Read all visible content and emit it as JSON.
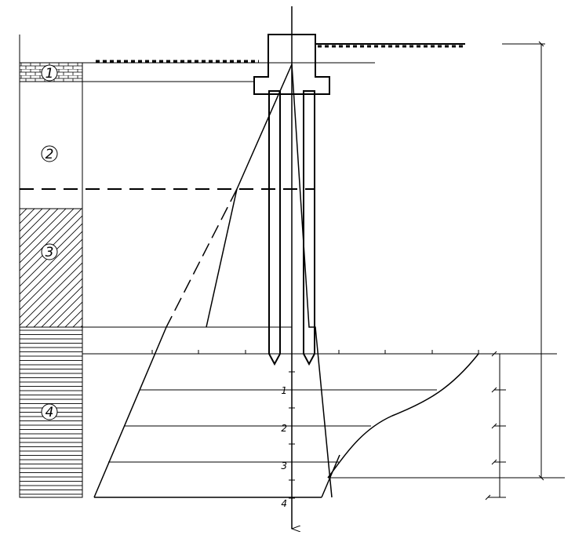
{
  "layers": [
    {
      "id": "layer-1",
      "label": "1",
      "hatch": "brick"
    },
    {
      "id": "layer-2",
      "label": "2",
      "hatch": "none"
    },
    {
      "id": "layer-3",
      "label": "3",
      "hatch": "diagonal"
    },
    {
      "id": "layer-4",
      "label": "4",
      "hatch": "horizontal"
    }
  ],
  "depth_ticks": [
    "1",
    "2",
    "3",
    "4"
  ],
  "colors": {
    "line": "#000000",
    "background": "#ffffff"
  }
}
